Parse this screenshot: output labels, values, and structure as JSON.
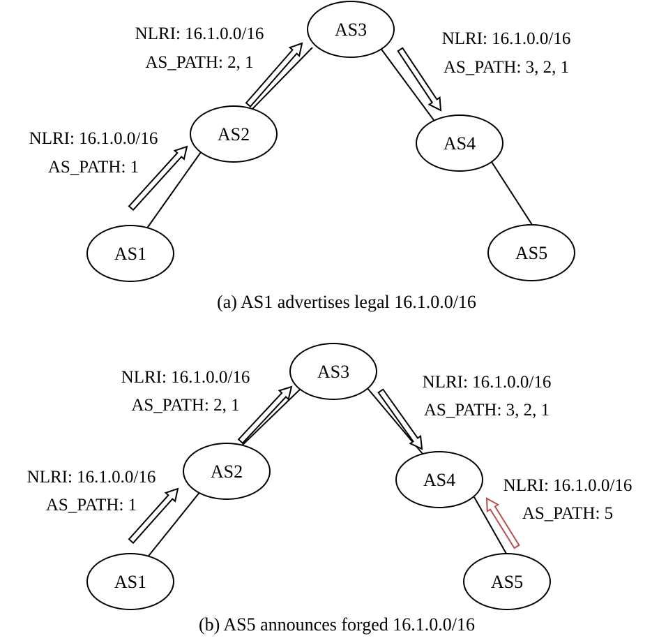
{
  "colors": {
    "normal": "#000000",
    "forged": "#b5504c"
  },
  "panel_a": {
    "caption": "(a) AS1 advertises legal 16.1.0.0/16",
    "nodes": [
      "AS1",
      "AS2",
      "AS3",
      "AS4",
      "AS5"
    ],
    "ann_as1_as2": {
      "nlri": "NLRI: 16.1.0.0/16",
      "path": "AS_PATH: 1"
    },
    "ann_as2_as3": {
      "nlri": "NLRI: 16.1.0.0/16",
      "path": "AS_PATH: 2, 1"
    },
    "ann_as3_as4": {
      "nlri": "NLRI: 16.1.0.0/16",
      "path": "AS_PATH: 3, 2, 1"
    }
  },
  "panel_b": {
    "caption": "(b) AS5 announces forged 16.1.0.0/16",
    "nodes": [
      "AS1",
      "AS2",
      "AS3",
      "AS4",
      "AS5"
    ],
    "ann_as1_as2": {
      "nlri": "NLRI: 16.1.0.0/16",
      "path": "AS_PATH: 1"
    },
    "ann_as2_as3": {
      "nlri": "NLRI: 16.1.0.0/16",
      "path": "AS_PATH: 2, 1"
    },
    "ann_as3_as4": {
      "nlri": "NLRI: 16.1.0.0/16",
      "path": "AS_PATH: 3, 2, 1"
    },
    "ann_as5_as4": {
      "nlri": "NLRI: 16.1.0.0/16",
      "path": "AS_PATH: 5"
    }
  }
}
